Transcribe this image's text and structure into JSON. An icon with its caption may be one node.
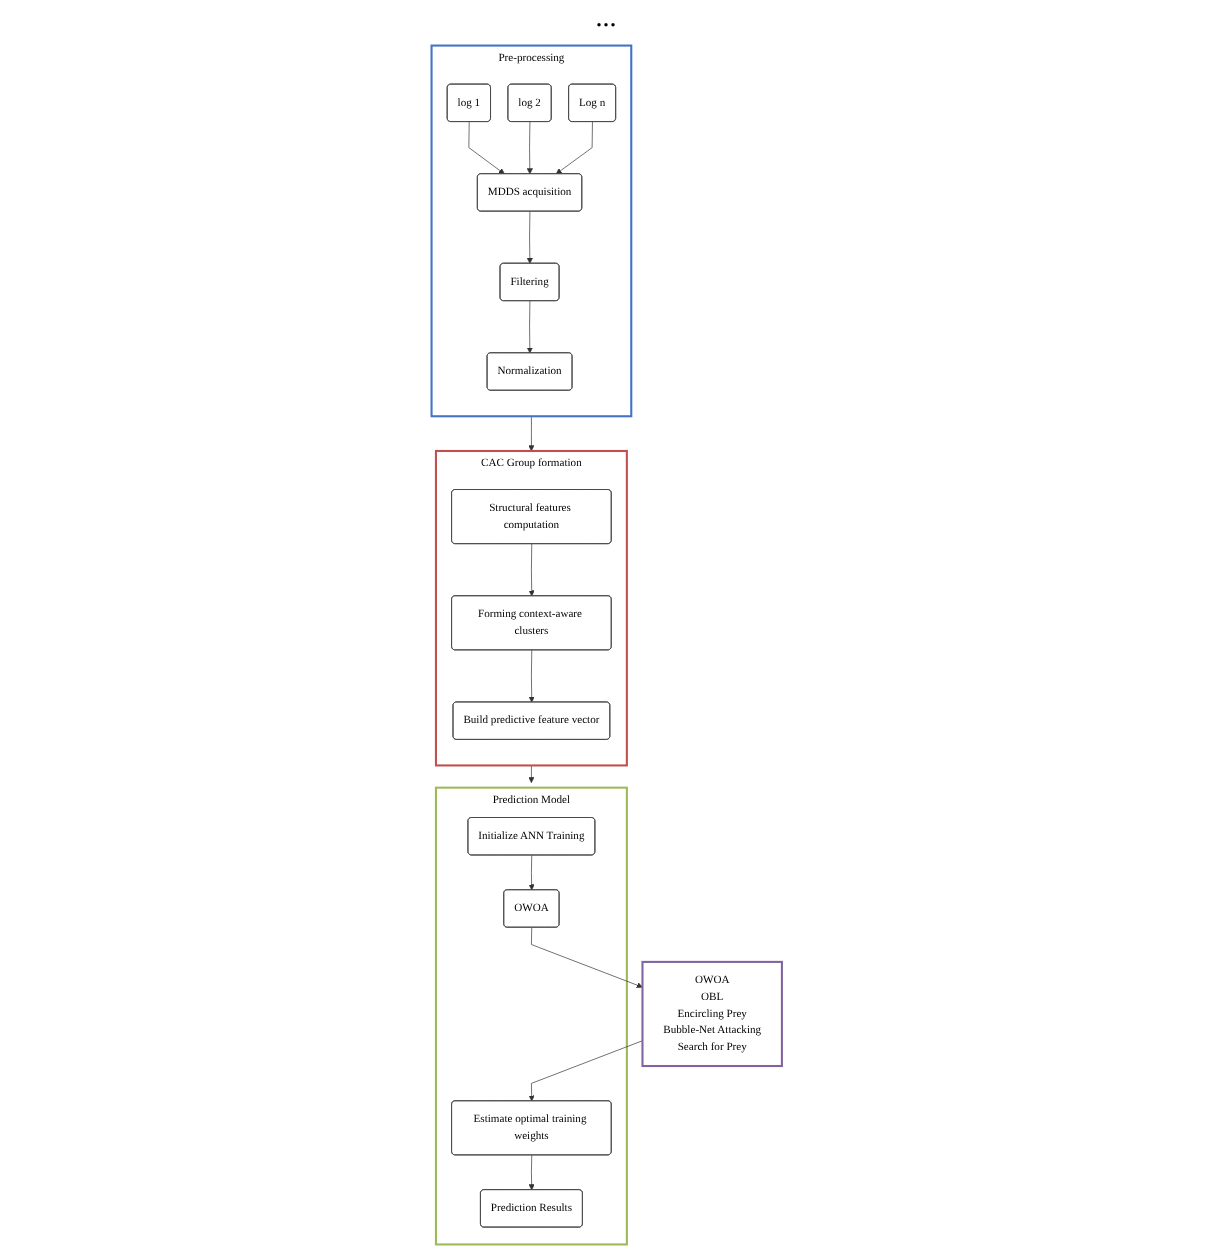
{
  "diagram": {
    "nodes": [
      {
        "text": [
          "Pre-processing"
        ]
      },
      {
        "text": [
          "log 1"
        ],
        "in": 0
      },
      {
        "text": [
          "log 2"
        ],
        "in": 0
      },
      {
        "text": [
          "Log n"
        ],
        "in": 0
      },
      {
        "text": [
          "MDDS acquisition"
        ],
        "in": 0
      },
      {
        "text": [
          "Filtering"
        ],
        "in": 0
      },
      {
        "text": [
          "Normalization"
        ],
        "in": 0
      },
      {
        "text": [
          "CAC Group formation"
        ]
      },
      {
        "text": [
          "Structural features computation"
        ],
        "in": 7
      },
      {
        "text": [
          "Forming context-aware clusters"
        ],
        "in": 7
      },
      {
        "text": [
          "Build predictive feature vector"
        ],
        "in": 7
      },
      {
        "text": [
          "Prediction Model"
        ]
      },
      {
        "text": [
          "Initialize ANN Training"
        ],
        "in": 11
      },
      {
        "text": [
          "OWOA"
        ],
        "in": 11
      },
      {
        "text": [
          "Estimate optimal training weights"
        ],
        "in": 11
      },
      {
        "text": [
          "Prediction Results"
        ],
        "in": 11
      },
      {
        "text": [
          "OWOA",
          "OBL",
          "Encircling Prey",
          "Bubble-Net Attacking",
          "Search for Prey"
        ]
      }
    ],
    "edges": [
      {
        "from": 1,
        "to": 4,
        "arrow": "to"
      },
      {
        "from": 2,
        "to": 4,
        "arrow": "to"
      },
      {
        "from": 3,
        "to": 4,
        "arrow": "to"
      },
      {
        "from": 4,
        "to": 5,
        "arrow": "to"
      },
      {
        "from": 5,
        "to": 6,
        "arrow": "to"
      },
      {
        "from": 0,
        "to": 7,
        "arrow": "to"
      },
      {
        "from": 8,
        "to": 9,
        "arrow": "to"
      },
      {
        "from": 9,
        "to": 10,
        "arrow": "to"
      },
      {
        "from": 7,
        "to": 11,
        "arrow": "to"
      },
      {
        "from": 12,
        "to": 13,
        "arrow": "to"
      },
      {
        "from": 13,
        "to": 16,
        "arrow": "to"
      },
      {
        "from": 16,
        "to": 14,
        "arrow": "to"
      },
      {
        "from": 14,
        "to": 15,
        "arrow": "to"
      }
    ],
    "labels": [
      "..."
    ]
  }
}
